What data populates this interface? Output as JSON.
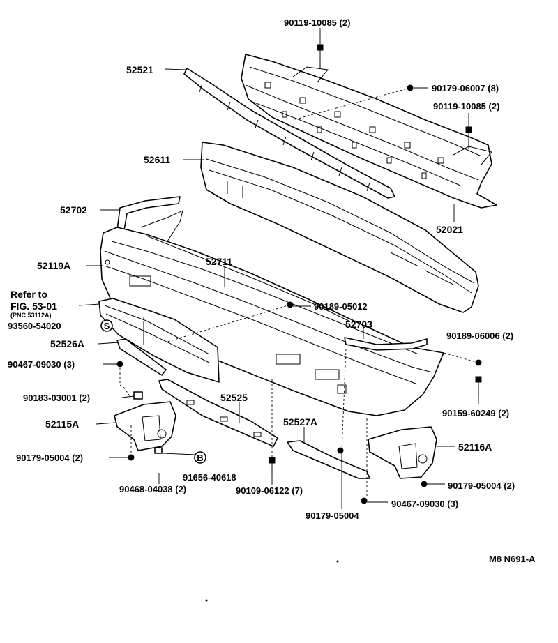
{
  "labels": {
    "p90119_top": "90119-10085 (2)",
    "p52521": "52521",
    "p90179_06007": "90179-06007 (8)",
    "p90119_right": "90119-10085 (2)",
    "p52611": "52611",
    "p52702": "52702",
    "p52021": "52021",
    "p52119A": "52119A",
    "p52711": "52711",
    "refer_line1": "Refer to",
    "refer_line2": "FIG. 53-01",
    "refer_pnc": "(PNC 53112A)",
    "p90189_05012": "90189-05012",
    "p93560": "93560-54020",
    "p52703": "52703",
    "p90189_06006": "90189-06006 (2)",
    "p52526A": "52526A",
    "p90467_left": "90467-09030 (3)",
    "p90183": "90183-03001 (2)",
    "p52525": "52525",
    "p52115A": "52115A",
    "p52527A": "52527A",
    "p90159": "90159-60249 (2)",
    "p52116A": "52116A",
    "p90179_05004_left": "90179-05004 (2)",
    "p91656": "91656-40618",
    "p90468": "90468-04038 (2)",
    "p90109": "90109-06122 (7)",
    "p90179_05004_right": "90179-05004 (2)",
    "p90467_right": "90467-09030 (3)",
    "p90179_05004_bottom": "90179-05004",
    "ref_code": "M8 N691-A"
  },
  "callouts": {
    "s": "S",
    "b": "B"
  }
}
